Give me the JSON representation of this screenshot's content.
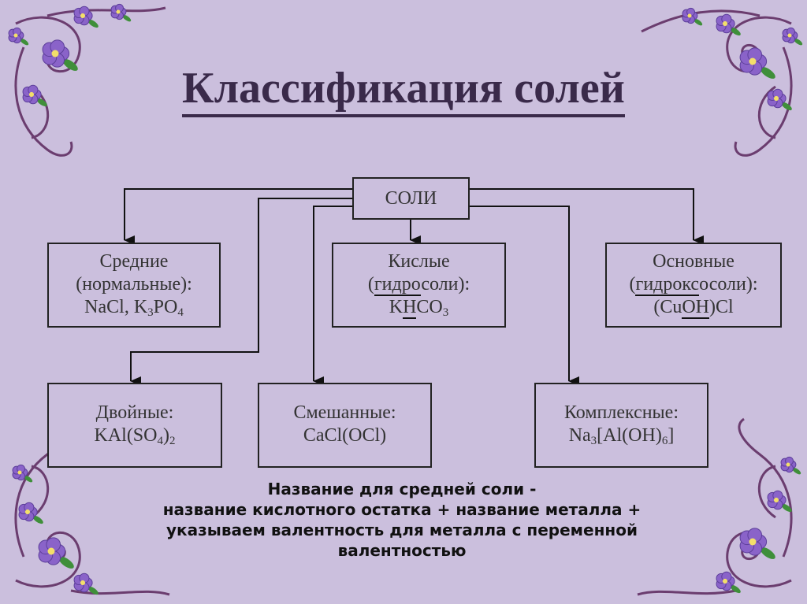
{
  "title": "Классификация солей",
  "root": {
    "label": "СОЛИ"
  },
  "categories": {
    "medium": {
      "l1": "Средние",
      "l2": "(нормальные):",
      "formula": [
        "NaCl, K",
        "3",
        "PO",
        "4"
      ]
    },
    "acidic": {
      "l1": "Кислые",
      "l2_a": "(",
      "l2_u": "гидро",
      "l2_b": "соли):",
      "f_a": "K",
      "f_u": "H",
      "f_b": "CO",
      "f_sub": "3"
    },
    "basic": {
      "l1": "Основные",
      "l2_a": "(",
      "l2_u": "гидрокс",
      "l2_b": "осоли):",
      "f_a": "(Cu",
      "f_u": "OH",
      "f_b": ")Cl"
    },
    "double": {
      "l1": "Двойные:",
      "formula": [
        "KAl(SO",
        "4",
        ")",
        "2"
      ]
    },
    "mixed": {
      "l1": "Смешанные:",
      "formula": "CaCl(OCl)"
    },
    "complex": {
      "l1": "Комплексные:",
      "formula": [
        "Na",
        "3",
        "[Al(OH)",
        "6",
        "]"
      ]
    }
  },
  "caption": {
    "line1": "Название для средней соли -",
    "line2": "название кислотного остатка + название металла +",
    "line3": "указываем валентность для металла с переменной",
    "line4": "валентностью"
  },
  "colors": {
    "background": "#cbbfdd",
    "title": "#3a2a4a",
    "flower_petal": "#8a63c9",
    "flower_center": "#f3df6a",
    "leaf": "#3f8f3a",
    "swirl": "#6b3d6f"
  }
}
